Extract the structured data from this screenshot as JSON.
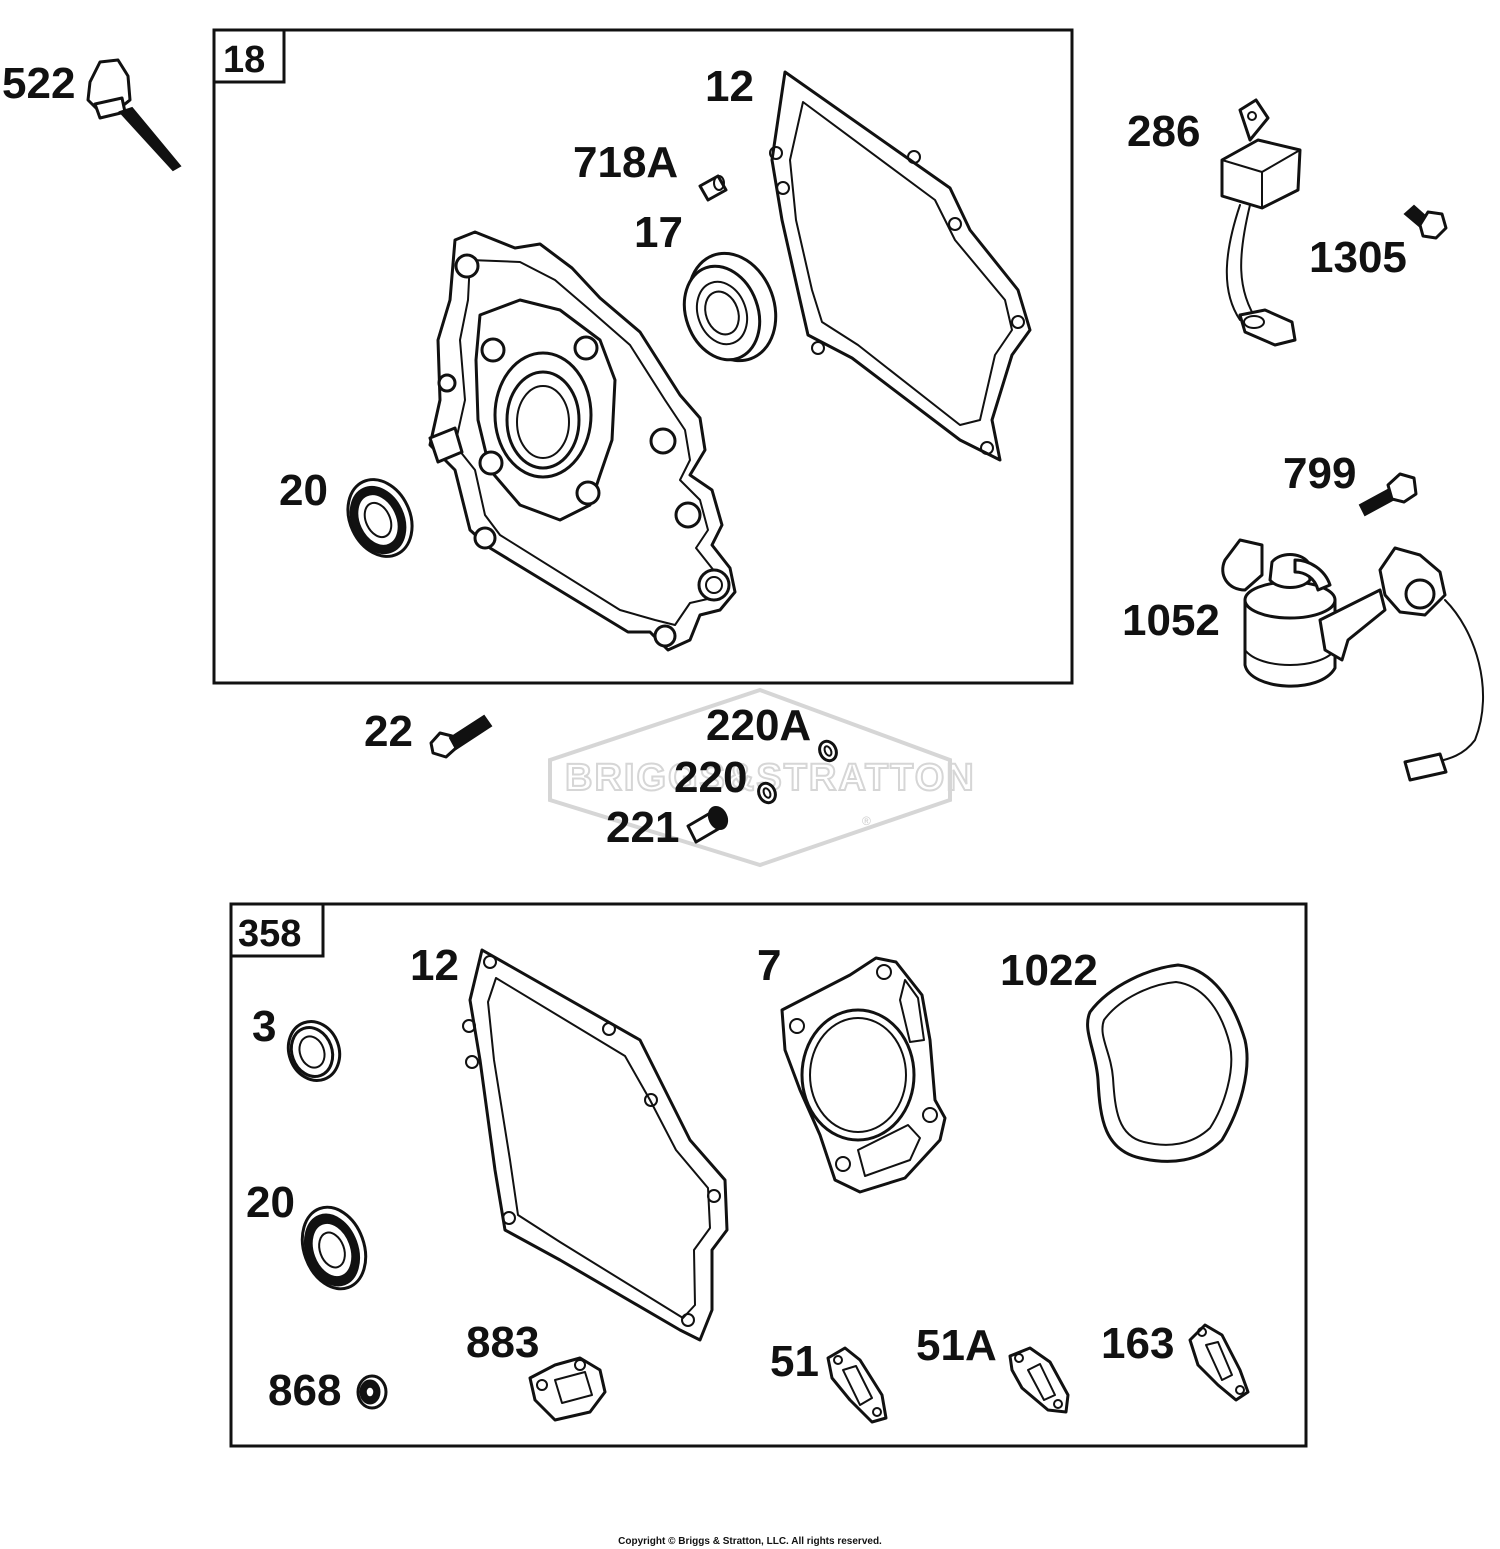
{
  "watermark": {
    "brand_text": "BRIGGS&STRATTON",
    "registered_mark": "®"
  },
  "kit_18": {
    "box_label": "18",
    "parts": {
      "gasket": "12",
      "dowel_pin": "718A",
      "bearing": "17",
      "oil_seal": "20"
    }
  },
  "kit_358": {
    "box_label": "358",
    "parts": {
      "seal_small": "3",
      "oil_seal": "20",
      "valve_seal": "868",
      "crankcase_gasket": "12",
      "head_gasket": "7",
      "cover_gasket": "1022",
      "gasket_883": "883",
      "gasket_51": "51",
      "gasket_51A": "51A",
      "gasket_163": "163"
    }
  },
  "loose_parts": {
    "dipstick": "522",
    "bolt_22": "22",
    "washer_220A": "220A",
    "washer_220": "220",
    "screw_221": "221",
    "oil_sensor": "286",
    "bolt_1305": "1305",
    "bolt_799": "799",
    "oil_switch": "1052"
  },
  "footer": {
    "copyright": "Copyright © Briggs & Stratton, LLC. All rights reserved."
  }
}
